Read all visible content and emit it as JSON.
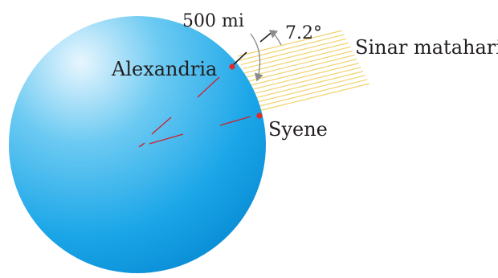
{
  "labels": {
    "distance": "500 mi",
    "angle": "7.2°",
    "sunlight": "Sinar matahari",
    "alexandria": "Alexandria",
    "syene": "Syene"
  },
  "colors": {
    "globe_center": "#1aa3e6",
    "globe_highlight": "#e3f4fd",
    "globe_edge": "#0b8fd6",
    "sun_rays": "#f0d36a",
    "city_dot": "#e02a2a",
    "radius_line": "#d0202a",
    "arc_arrow": "#8a8c8e",
    "text": "#231f20"
  }
}
